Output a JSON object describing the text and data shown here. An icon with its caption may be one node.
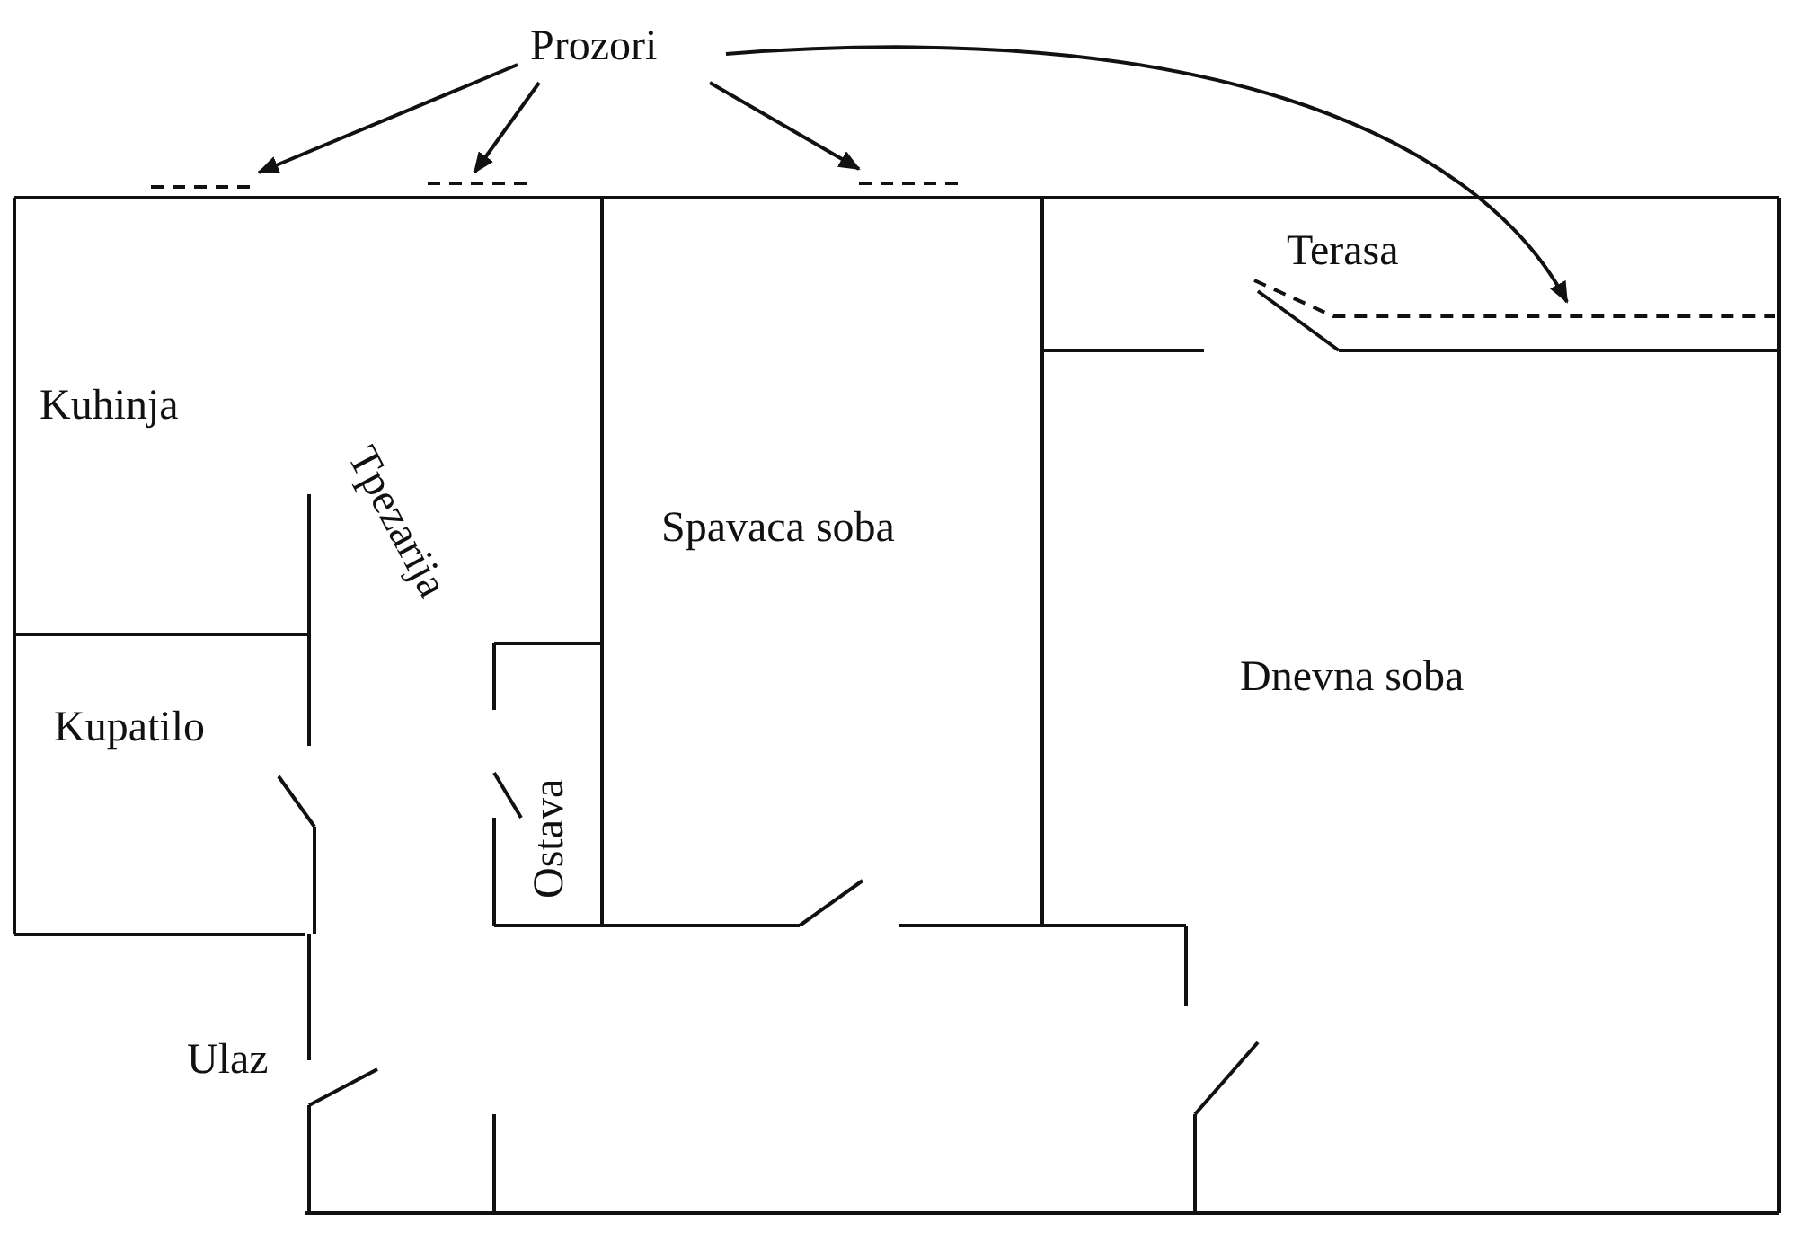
{
  "diagram": {
    "nodes": [
      {
        "text": [
          "Prozori"
        ]
      },
      {
        "text": [],
        "shape": "line"
      },
      {
        "text": [],
        "shape": "line"
      },
      {
        "text": [],
        "shape": "line"
      },
      {
        "text": [],
        "shape": "line"
      }
    ],
    "edges": [
      {
        "from": 0,
        "to": 1,
        "arrow": "to"
      },
      {
        "from": 0,
        "to": 2,
        "arrow": "to"
      },
      {
        "from": 0,
        "to": 3,
        "arrow": "to"
      },
      {
        "from": 0,
        "to": 4,
        "arrow": "to"
      }
    ],
    "labels": [
      "Terasa",
      "Kuhinja",
      "Tpezarija",
      "Spavaca soba",
      "Dnevna soba",
      "Kupatilo",
      "Ostava",
      "Ulaz"
    ]
  }
}
